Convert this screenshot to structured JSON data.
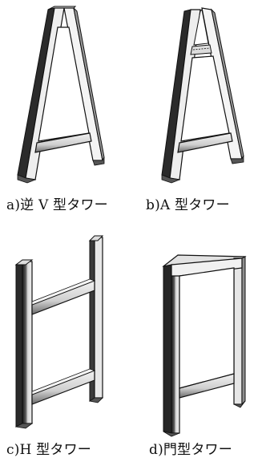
{
  "captions": {
    "a": "a)逆 V 型タワー",
    "b": "b)A 型タワー",
    "c": "c)H 型タワー",
    "d": "d)門型タワー"
  },
  "colors": {
    "face": "#e9e9e9",
    "side": "#8a8a8a",
    "shadow": "#2a2a2a",
    "edge": "#1c1c1c",
    "light": "#f7f7f7"
  }
}
